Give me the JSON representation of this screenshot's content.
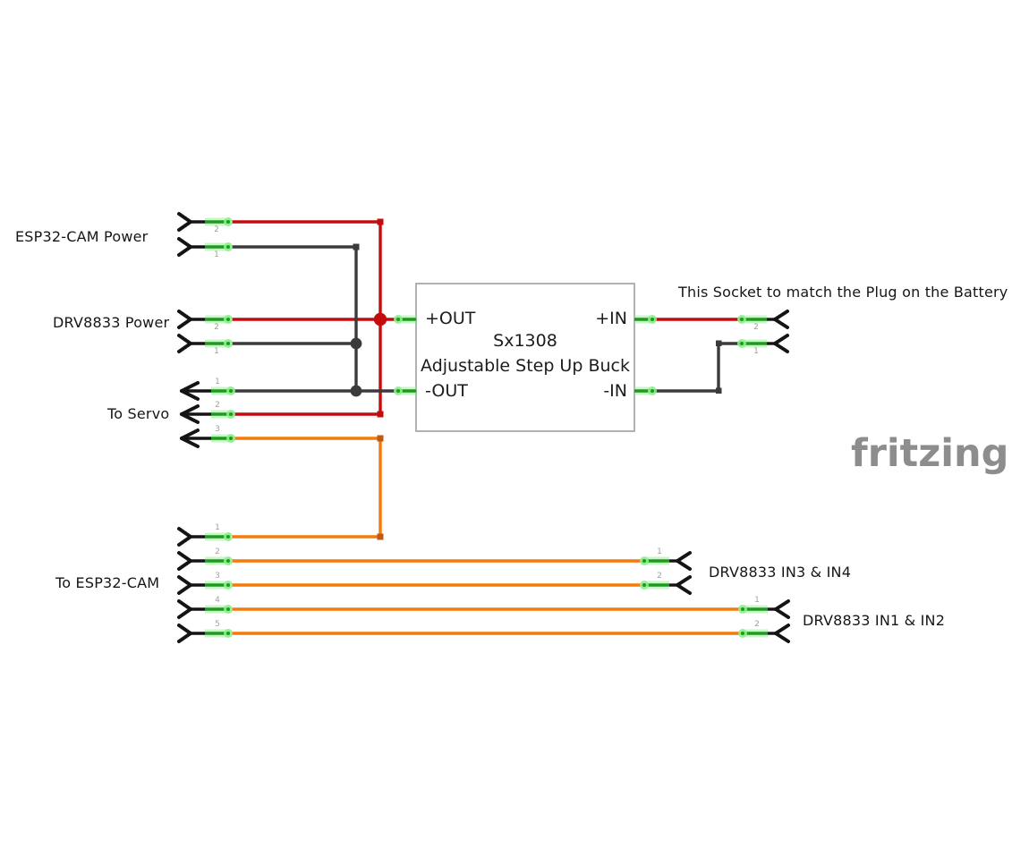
{
  "module": {
    "name": "Sx1308",
    "description": "Adjustable Step Up Buck",
    "pin_out_pos": "+OUT",
    "pin_out_neg": "-OUT",
    "pin_in_pos": "+IN",
    "pin_in_neg": "-IN"
  },
  "connectors": {
    "esp32_cam_power": {
      "label": "ESP32-CAM Power",
      "pins": [
        "2",
        "1"
      ]
    },
    "drv8833_power": {
      "label": "DRV8833 Power",
      "pins": [
        "2",
        "1"
      ]
    },
    "to_servo": {
      "label": "To Servo",
      "pins": [
        "1",
        "2",
        "3"
      ]
    },
    "to_esp32_cam": {
      "label": "To ESP32-CAM",
      "pins": [
        "1",
        "2",
        "3",
        "4",
        "5"
      ]
    },
    "battery_socket": {
      "label": "This Socket to match the Plug on the Battery",
      "pins": [
        "2",
        "1"
      ]
    },
    "drv8833_in34": {
      "label": "DRV8833 IN3 & IN4",
      "pins": [
        "1",
        "2"
      ]
    },
    "drv8833_in12": {
      "label": "DRV8833 IN1 & IN2",
      "pins": [
        "1",
        "2"
      ]
    }
  },
  "logo": "fritzing",
  "colors": {
    "wire_positive": "#c40c0c",
    "wire_negative": "#3b3b3b",
    "wire_signal": "#f57a0a",
    "signal_bend": "#c05a10",
    "pin_stub": "#1f9a1f",
    "pin_glow": "#8df08d",
    "connector_black": "#141414",
    "module_border": "#9e9e9e",
    "pin_number_gray": "#a0a0a0",
    "logo_gray": "#8d8d8d"
  }
}
